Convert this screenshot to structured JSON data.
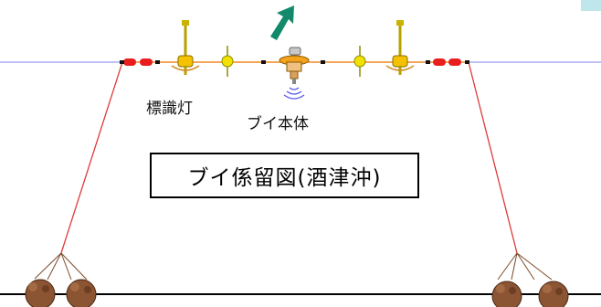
{
  "title": "ブイ係留図(酒津沖)",
  "labels": {
    "lamp": "標識灯",
    "buoy": "ブイ本体"
  },
  "colors": {
    "water_line": "#7f86e6",
    "mooring_rope": "#e03a3a",
    "float_chain": "#f08a24",
    "red_float": "#e81e1e",
    "yellow_float": "#f2e000",
    "arrow": "#13896b",
    "anchor": "#7a4a2a",
    "seabed": "#000000"
  },
  "icons": {
    "current_arrow": "up-right-arrow-icon",
    "signal": "wave-signal-icon"
  }
}
